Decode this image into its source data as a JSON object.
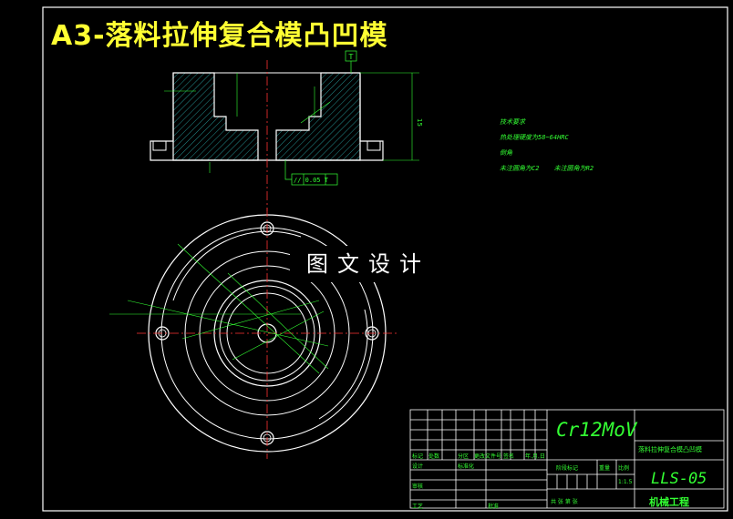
{
  "title": "A3-落料拉伸复合模凸凹模",
  "watermark": "图文设计",
  "tech_requirements": {
    "heading": "技术要求",
    "items": [
      "热处理硬度为58~64HRC",
      "倒角",
      "未注圆角为C2",
      "未注圆角为R2"
    ]
  },
  "title_block": {
    "material": "Cr12MoV",
    "part_name": "落料拉伸复合模凸凹模",
    "drawing_number": "LLS-05",
    "company": "机械工程",
    "cells": {
      "mark": "标记",
      "count": "处数",
      "zone": "分区",
      "doc_no": "更改文件号",
      "sign": "签名",
      "date": "年.月.日",
      "design": "设计",
      "standard": "标准化",
      "stage_mark": "阶段标记",
      "weight": "重量",
      "scale": "比例",
      "check": "审核",
      "process": "工艺",
      "approve": "批准",
      "sheets": "共 张 第 张",
      "ratio": "1:1.5"
    }
  },
  "annotations": {
    "datum": "T",
    "flatness": "// 0.05 T",
    "height": "15"
  },
  "colors": {
    "outline": "#ffffff",
    "dimension": "#33ff33",
    "centerline": "#ff3333",
    "title": "#ffff33",
    "hatch": "#33cccc",
    "border": "#ffffff"
  }
}
